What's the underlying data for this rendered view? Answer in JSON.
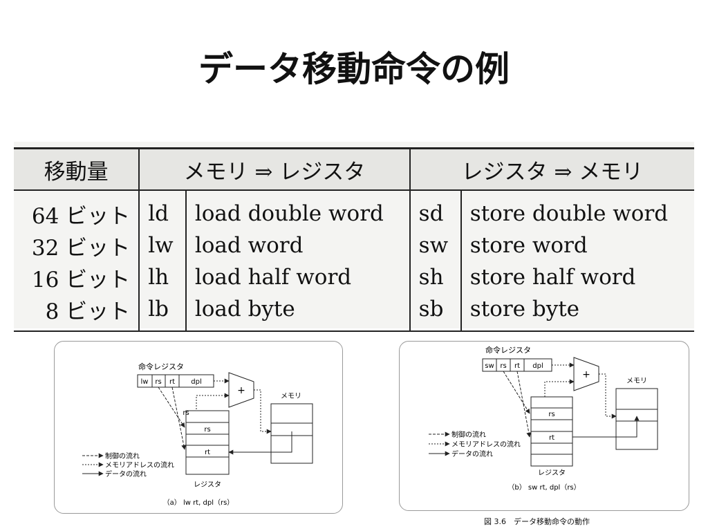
{
  "title": "データ移動命令の例",
  "table": {
    "headers": {
      "amount": "移動量",
      "load": "メモリ ⇒ レジスタ",
      "store": "レジスタ ⇒ メモリ"
    },
    "rows": [
      {
        "size": "64 ビット",
        "lop": "ld",
        "ldesc": "load double word",
        "sop": "sd",
        "sdesc": "store double word"
      },
      {
        "size": "32 ビット",
        "lop": "lw",
        "ldesc": "load word",
        "sop": "sw",
        "sdesc": "store word"
      },
      {
        "size": "16 ビット",
        "lop": "lh",
        "ldesc": "load half word",
        "sop": "sh",
        "sdesc": "store half word"
      },
      {
        "size": "8 ビット",
        "lop": "lb",
        "ldesc": "load byte",
        "sop": "sb",
        "sdesc": "store byte"
      }
    ]
  },
  "diagram_a": {
    "ir_label": "命令レジスタ",
    "fields": [
      "lw",
      "rs",
      "rt",
      "dpl"
    ],
    "plus": "+",
    "memory_label": "メモリ",
    "reg_label": "レジスタ",
    "rs": "rs",
    "rt": "rt",
    "legend": [
      "制御の流れ",
      "メモリアドレスの流れ",
      "データの流れ"
    ],
    "caption": "（a） lw rt, dpl（rs）"
  },
  "diagram_b": {
    "ir_label": "命令レジスタ",
    "fields": [
      "sw",
      "rs",
      "rt",
      "dpl"
    ],
    "plus": "+",
    "memory_label": "メモリ",
    "reg_label": "レジスタ",
    "rs": "rs",
    "rt": "rt",
    "legend": [
      "制御の流れ",
      "メモリアドレスの流れ",
      "データの流れ"
    ],
    "caption": "（b） sw rt, dpl（rs）"
  },
  "figure_caption": "図 3.6　データ移動命令の動作"
}
